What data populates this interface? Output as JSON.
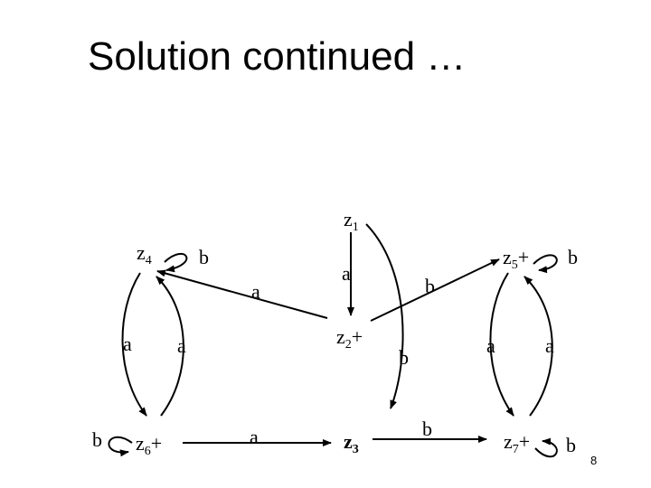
{
  "title": "Solution continued …",
  "page_number": "8",
  "states": {
    "z1": {
      "base": "z",
      "sub": "1",
      "suffix": ""
    },
    "z2": {
      "base": "z",
      "sub": "2",
      "suffix": "+"
    },
    "z3": {
      "base": "z",
      "sub": "3",
      "suffix": ""
    },
    "z4": {
      "base": "z",
      "sub": "4",
      "suffix": ""
    },
    "z5": {
      "base": "z",
      "sub": "5",
      "suffix": "+"
    },
    "z6": {
      "base": "z",
      "sub": "6",
      "suffix": "+"
    },
    "z7": {
      "base": "z",
      "sub": "7",
      "suffix": "+"
    }
  },
  "edges": {
    "z4_loop": "b",
    "z2_to_z4": "a",
    "z1_to_z2": "a",
    "z2_to_z5": "b",
    "z1_to_z3": "b",
    "z3_to_z7": "b",
    "z5_loop": "b",
    "z4_to_z6": "a",
    "z6_to_z4": "a",
    "z6_loop": "b",
    "z6_to_z3": "a",
    "z5_to_z7": "a",
    "z7_to_z5": "a",
    "z7_loop": "b"
  }
}
